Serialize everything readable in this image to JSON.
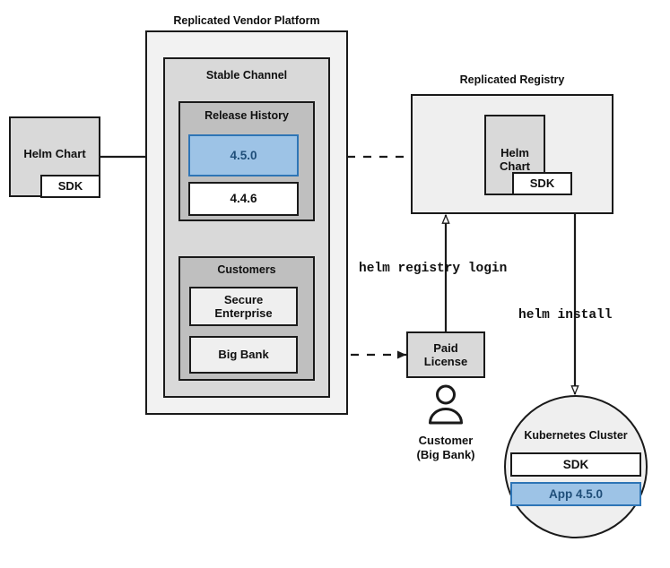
{
  "diagram": {
    "title_vendor_platform": "Replicated Vendor Platform",
    "title_registry": "Replicated Registry"
  },
  "source_chart": {
    "label": "Helm Chart",
    "sdk_label": "SDK"
  },
  "vendor_platform": {
    "label": "Replicated Vendor Platform",
    "stable_channel": {
      "label": "Stable Channel",
      "release_history": {
        "label": "Release History",
        "releases": [
          {
            "version": "4.5.0",
            "state": "current",
            "color": "#9dc3e6"
          },
          {
            "version": "4.4.6",
            "state": "previous",
            "color": "#ffffff"
          }
        ]
      },
      "customers": {
        "label": "Customers",
        "entries": [
          {
            "name": "Secure\nEnterprise",
            "line1": "Secure",
            "line2": "Enterprise"
          },
          {
            "name": "Big Bank",
            "line1": "Big Bank",
            "line2": ""
          }
        ]
      }
    }
  },
  "registry": {
    "label": "Replicated Registry",
    "chart": {
      "label": "Helm Chart",
      "sdk_label": "SDK"
    }
  },
  "license": {
    "line1": "Paid",
    "line2": "License"
  },
  "actor": {
    "icon": "person-icon",
    "line1": "Customer",
    "line2": "(Big Bank)"
  },
  "cluster": {
    "label": "Kubernetes Cluster",
    "components": [
      {
        "label": "SDK",
        "color": "#ffffff"
      },
      {
        "label": "App 4.5.0",
        "color": "#9dc3e6"
      }
    ]
  },
  "commands": {
    "registry_login": "helm registry login",
    "install": "helm install"
  },
  "colors": {
    "accent_blue_fill": "#9dc3e6",
    "accent_blue_border": "#2e75b6",
    "accent_blue_text": "#1f4e79",
    "stroke": "#1a1a1a",
    "platform_fill": "#f2f2f2",
    "channel_fill": "#d9d9d9",
    "group_fill": "#bfbfbf"
  }
}
